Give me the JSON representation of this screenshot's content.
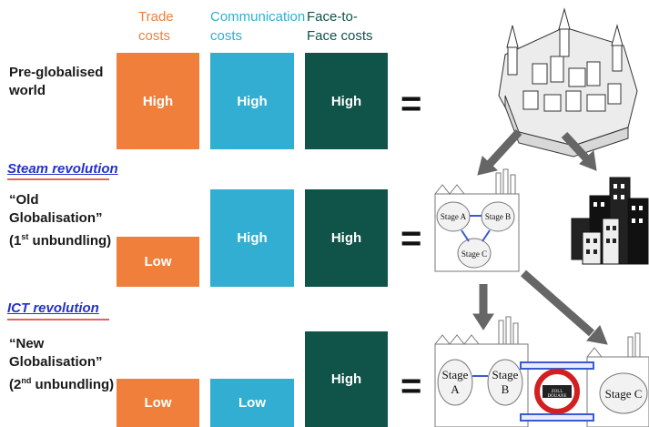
{
  "columns": {
    "trade": "Trade costs",
    "communication": "Communication costs",
    "face_to_face": "Face-to-Face costs"
  },
  "colors": {
    "trade": "#f07f3c",
    "communication": "#31aed1",
    "face_to_face": "#0f5349",
    "revolution_text": "#2432c8",
    "revolution_underline": "#e0645a"
  },
  "rows": [
    {
      "label_line1": "Pre-globalised",
      "label_line2": "world",
      "trade": "High",
      "communication": "High",
      "face_to_face": "High"
    },
    {
      "revolution": "Steam revolution",
      "label_line1": "“Old",
      "label_line2": "Globalisation”",
      "label_line3_pre": "(1",
      "label_line3_sup": "st",
      "label_line3_post": " unbundling)",
      "trade": "Low",
      "communication": "High",
      "face_to_face": "High"
    },
    {
      "revolution": "ICT revolution",
      "label_line1": "“New",
      "label_line2": "Globalisation”",
      "label_line3_pre": "(2",
      "label_line3_sup": "nd",
      "label_line3_post": " unbundling)",
      "trade": "Low",
      "communication": "Low",
      "face_to_face": "High"
    }
  ],
  "equals": "=",
  "factory_small": {
    "stage_a": "Stage A",
    "stage_b": "Stage B",
    "stage_c": "Stage C"
  },
  "factory_split": {
    "stage_a_line1": "Stage",
    "stage_a_line2": "A",
    "stage_b_line1": "Stage",
    "stage_b_line2": "B",
    "stage_c": "Stage C",
    "border_sign_top": "ZOLL",
    "border_sign_bottom": "DOUANE"
  },
  "icons": [
    "walled-city-icon",
    "city-buildings-icon",
    "factory-icon",
    "border-customs-icon",
    "arrow-icon"
  ]
}
